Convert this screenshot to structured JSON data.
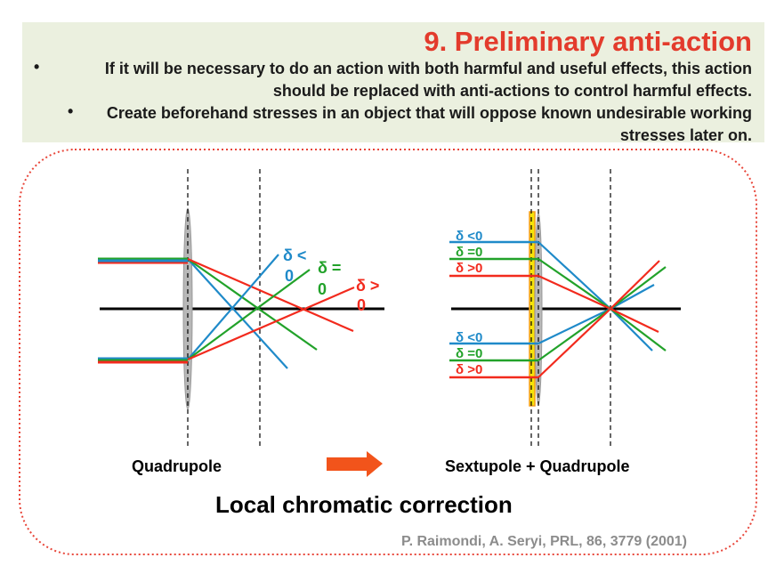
{
  "header": {
    "title": "9. Preliminary anti-action",
    "bullets": [
      "If it will be necessary to do an action with both harmful and useful effects, this action should be replaced with anti-actions to control harmful effects.",
      "Create beforehand stresses in an object that will oppose known undesirable working stresses later on."
    ],
    "background": "#ebf0df",
    "title_color": "#e33b2c"
  },
  "diagram": {
    "left": {
      "delta_label_prefix": "δ",
      "labels": [
        {
          "top": "δ <",
          "bottom": "0",
          "color": "#1f8ac9"
        },
        {
          "top": "δ =",
          "bottom": "0",
          "color": "#22a22a"
        },
        {
          "top": "δ >",
          "bottom": "0",
          "color": "#f22a1d"
        }
      ],
      "caption": "Quadrupole"
    },
    "right": {
      "upper_labels": [
        {
          "text": "δ <0",
          "color": "#1f8ac9"
        },
        {
          "text": "δ =0",
          "color": "#22a22a"
        },
        {
          "text": "δ >0",
          "color": "#f22a1d"
        }
      ],
      "lower_labels": [
        {
          "text": "δ <0",
          "color": "#1f8ac9"
        },
        {
          "text": "δ =0",
          "color": "#22a22a"
        },
        {
          "text": "δ >0",
          "color": "#f22a1d"
        }
      ],
      "caption": "Sextupole + Quadrupole"
    },
    "subtitle": "Local chromatic correction",
    "reference": "P. Raimondi, A. Seryi, PRL, 86, 3779 (2001)",
    "colors": {
      "blue": "#1f8ac9",
      "green": "#22a22a",
      "red": "#f22a1d",
      "frame": "#e8463a",
      "arrow": "#f2541b",
      "sextupole": "#f5e40a",
      "lens": "#b8b8b8"
    }
  }
}
